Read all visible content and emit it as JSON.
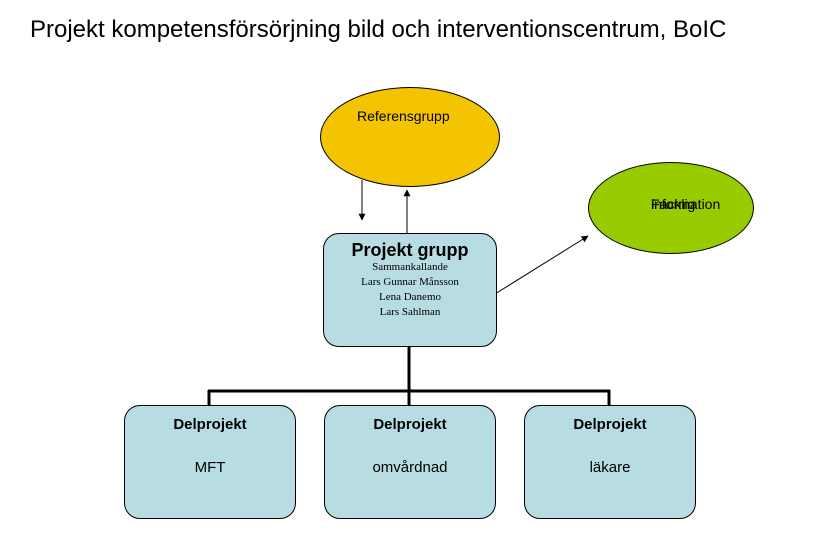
{
  "title": "Projekt kompetensförsörjning bild och interventionscentrum, BoIC",
  "referensgrupp": {
    "label": "Referensgrupp"
  },
  "facklig": {
    "line1": "Facklig",
    "line2": "information"
  },
  "projektgrupp": {
    "heading": "Projekt grupp",
    "lines": [
      "Sammankallande",
      "Lars Gunnar Månsson",
      "Lena Danemo",
      "Lars Sahlman"
    ]
  },
  "delprojekt": [
    {
      "heading": "Delprojekt",
      "name": "MFT"
    },
    {
      "heading": "Delprojekt",
      "name": "omvårdnad"
    },
    {
      "heading": "Delprojekt",
      "name": "läkare"
    }
  ],
  "colors": {
    "referens": "#f5c400",
    "facklig": "#99cc00",
    "box": "#b7dde2"
  }
}
